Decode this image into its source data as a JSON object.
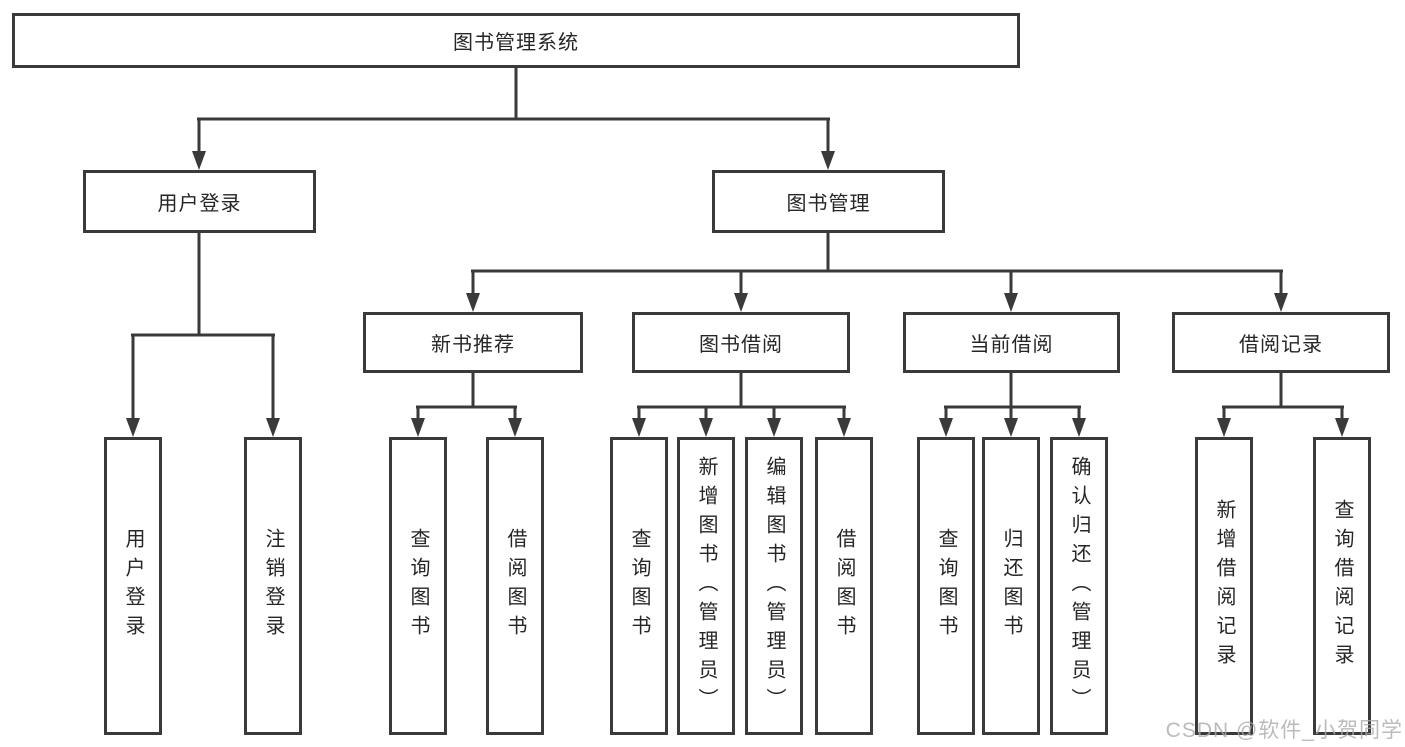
{
  "nodes": {
    "root": "图书管理系统",
    "user_login": "用户登录",
    "book_mgmt": "图书管理",
    "new_rec": "新书推荐",
    "borrow": "图书借阅",
    "current": "当前借阅",
    "records": "借阅记录",
    "leaf_user_login": "用户登录",
    "leaf_logout": "注销登录",
    "leaf_rec_query": "查询图书",
    "leaf_rec_borrow": "借阅图书",
    "leaf_bor_query": "查询图书",
    "leaf_bor_add": "新增图书（管理员）",
    "leaf_bor_edit": "编辑图书（管理员）",
    "leaf_bor_borrow": "借阅图书",
    "leaf_cur_query": "查询图书",
    "leaf_cur_return": "归还图书",
    "leaf_cur_confirm": "确认归还（管理员）",
    "leaf_rec_add_record": "新增借阅记录",
    "leaf_rec_query_record": "查询借阅记录"
  },
  "watermark": "CSDN @软件_小贺同学",
  "colors": {
    "line": "#3a3a3a",
    "box_bg": "#ffffff",
    "text": "#262626",
    "watermark": "#aaaaaa"
  }
}
